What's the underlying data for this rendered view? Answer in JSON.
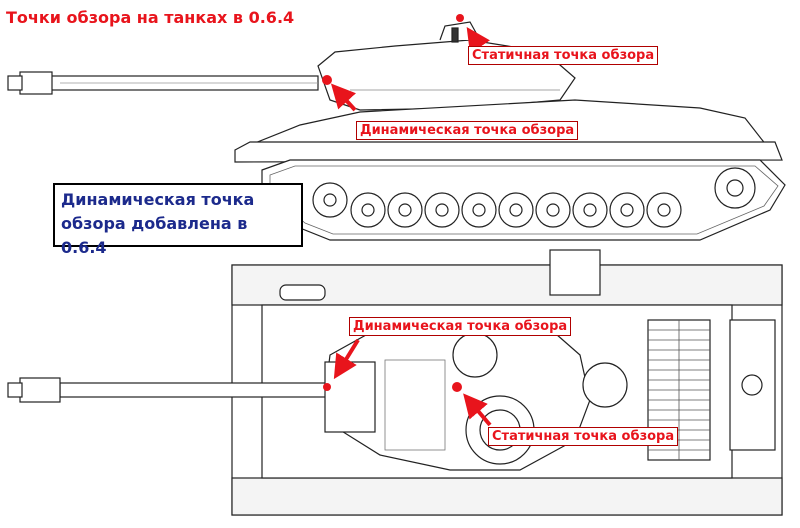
{
  "title": "Точки обзора на танках в 0.6.4",
  "side_view": {
    "static_label": "Статичная точка обзора",
    "dynamic_label": "Динамическая точка обзора"
  },
  "note": {
    "line1": "Динамическая точка",
    "line2": "обзора добавлена в 0.6.4"
  },
  "top_view": {
    "dynamic_label": "Динамическая точка обзора",
    "static_label": "Статичная точка обзора"
  },
  "colors": {
    "accent": "#e8141c",
    "line": "#222222",
    "paper": "#ffffff"
  }
}
